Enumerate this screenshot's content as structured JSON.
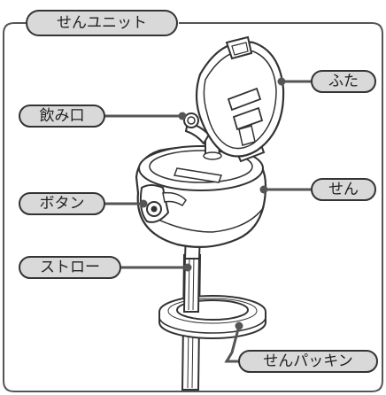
{
  "title": "せんユニット",
  "labels": {
    "lid": "ふた",
    "spout": "飲み口",
    "button": "ボタン",
    "plug": "せん",
    "straw": "ストロー",
    "gasket": "せんパッキン"
  },
  "colors": {
    "label_fill": "#d9d9d9",
    "outline": "#333333",
    "frame": "#555555",
    "background": "#ffffff"
  }
}
